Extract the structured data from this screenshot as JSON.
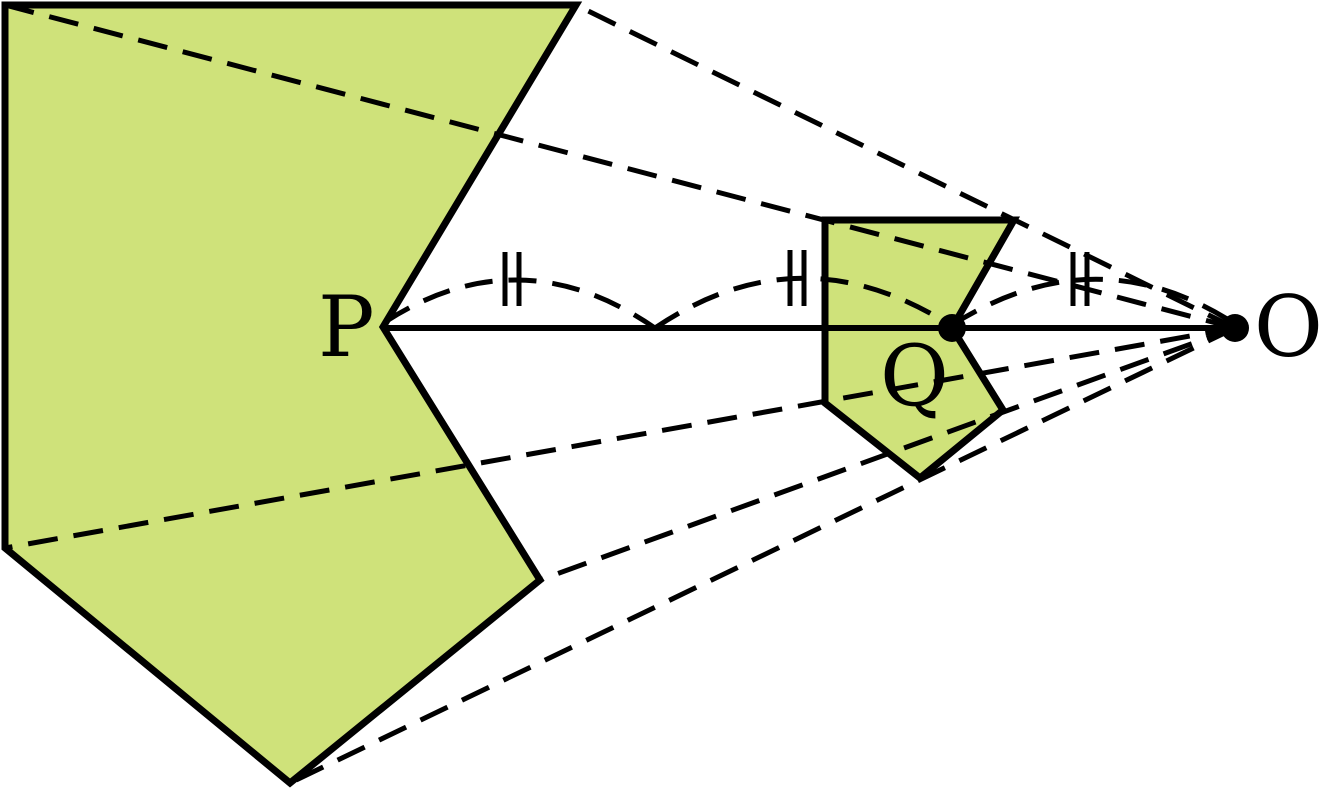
{
  "diagram": {
    "labels": {
      "p": "P",
      "q": "Q",
      "o": "O"
    },
    "colors": {
      "fill": "#cfe27a",
      "stroke": "#000000",
      "background": "#ffffff"
    }
  }
}
